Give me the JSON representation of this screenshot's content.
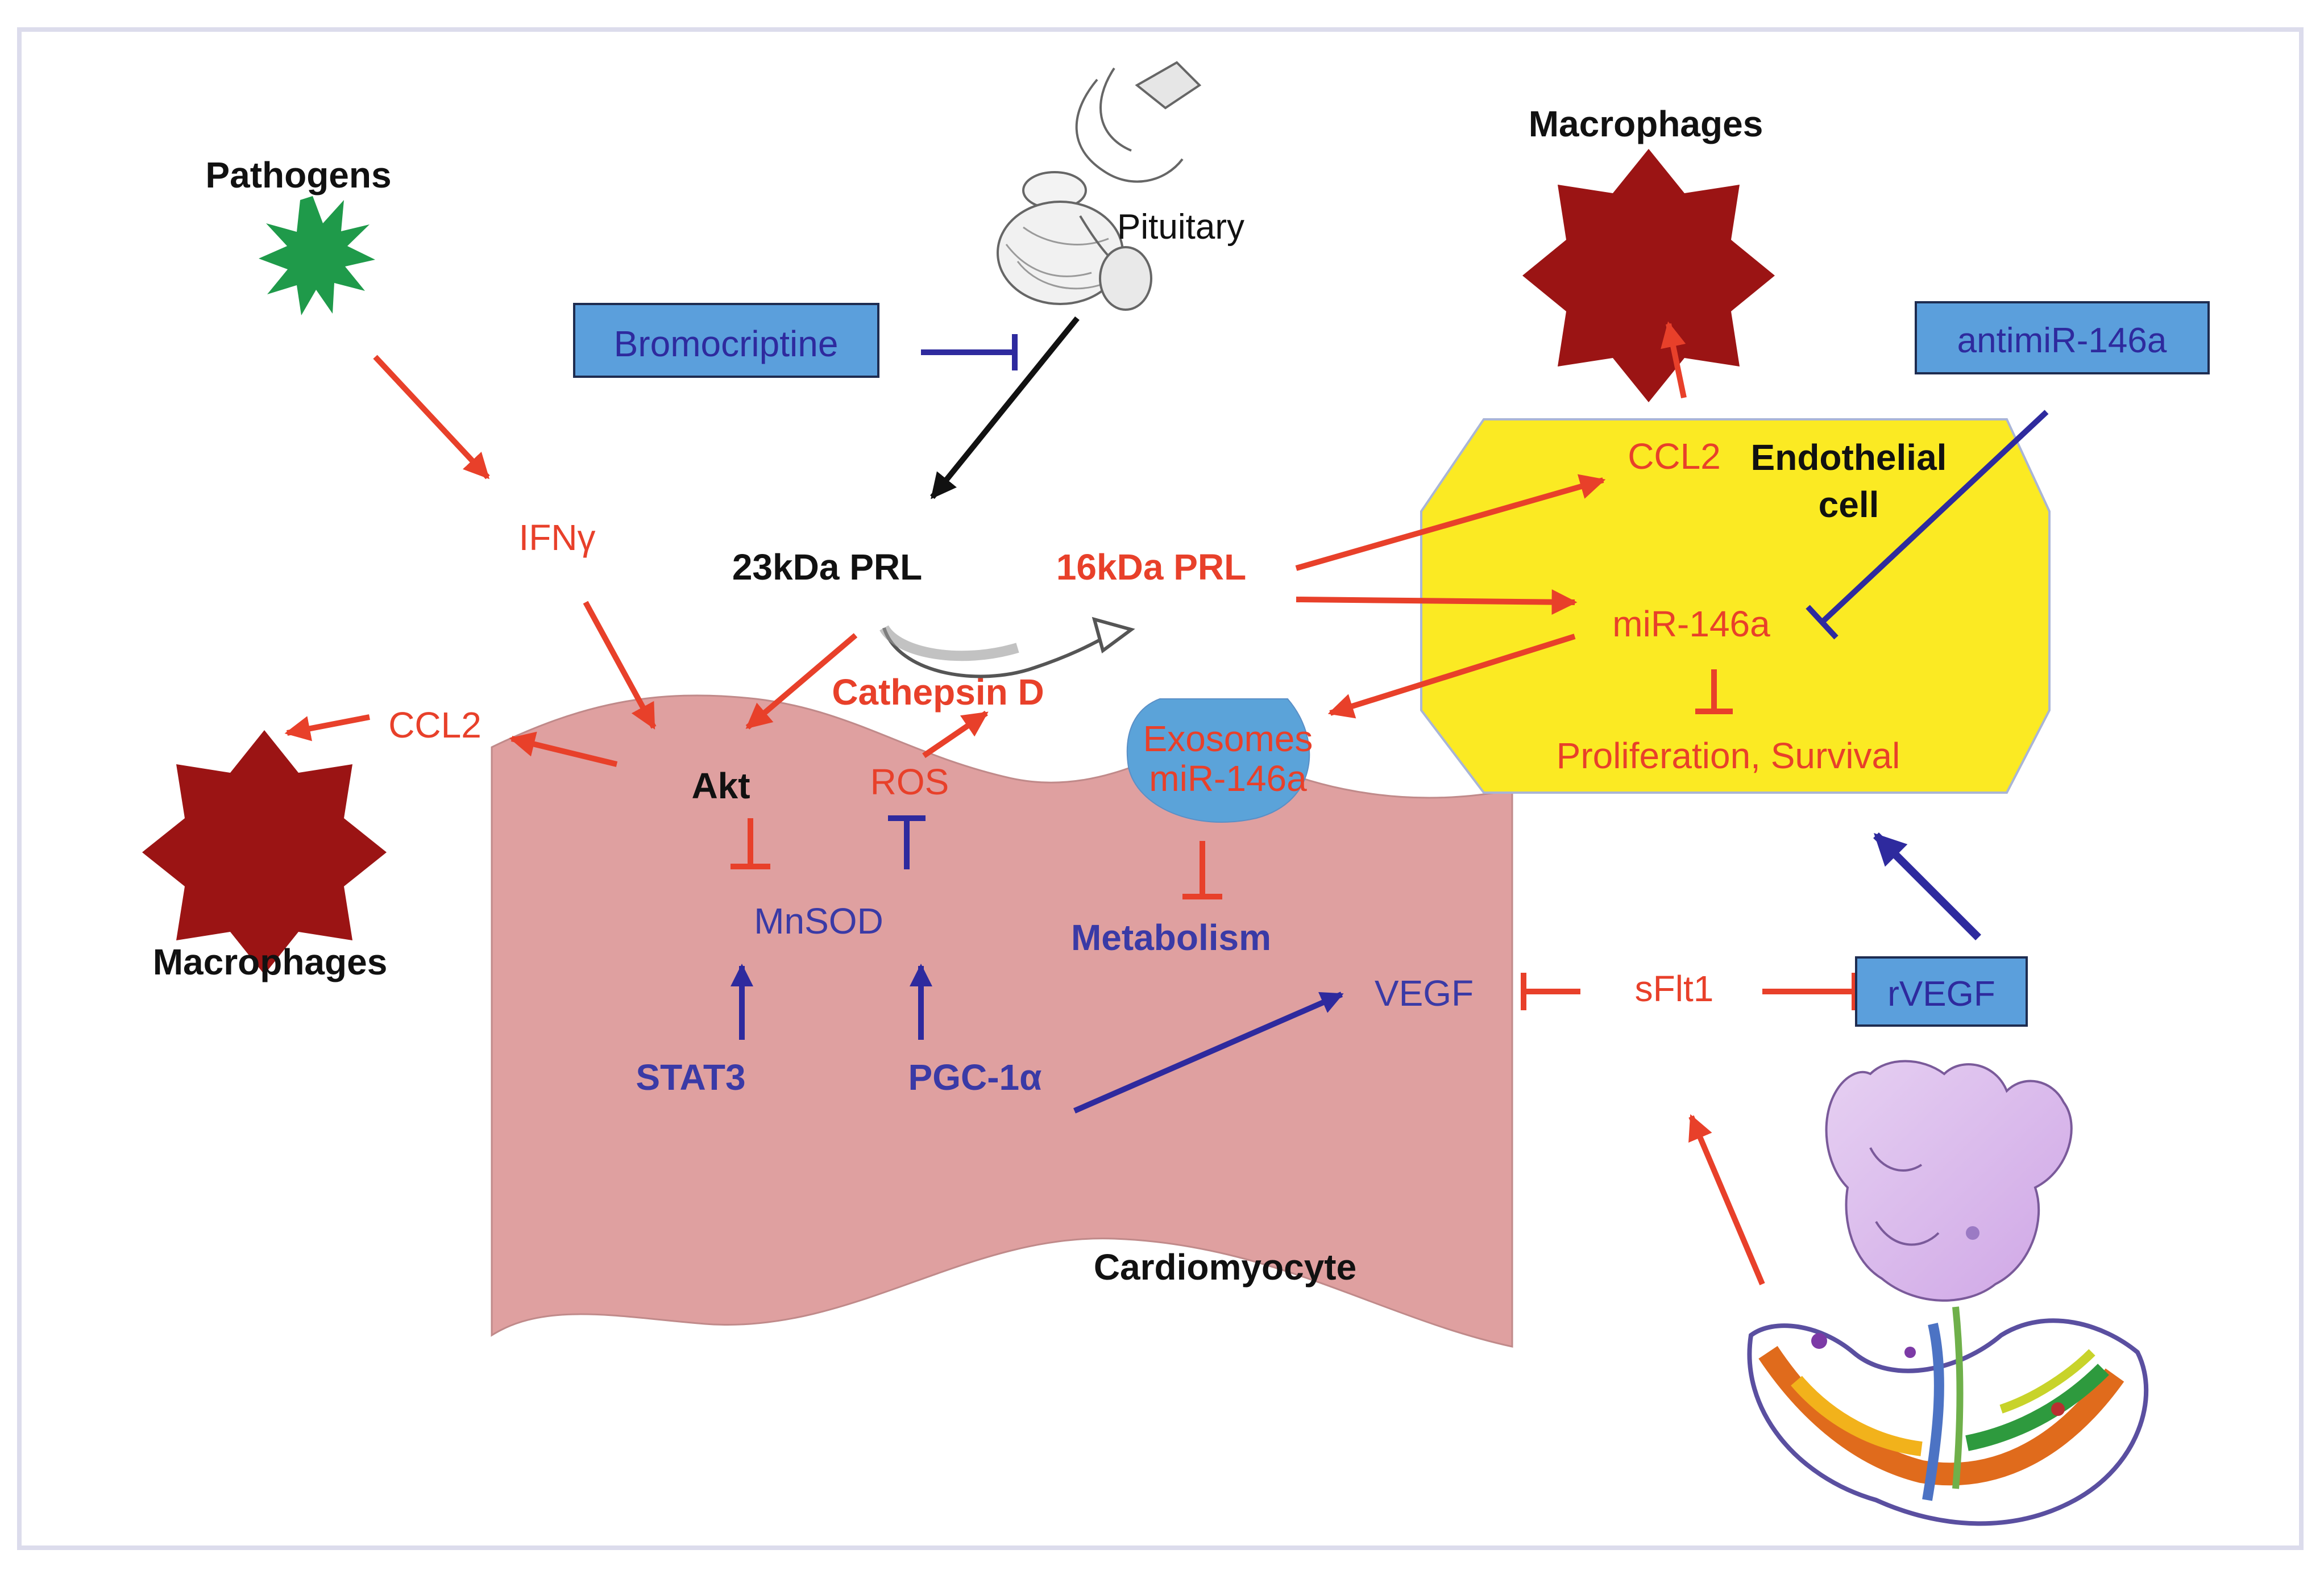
{
  "labels": {
    "pathogens": "Pathogens",
    "pituitary": "Pituitary",
    "bromocriptine": "Bromocriptine",
    "macrophages_top": "Macrophages",
    "antimir": "antimiR-146a",
    "ifng": "IFNγ",
    "prl23": "23kDa PRL",
    "prl16": "16kDa PRL",
    "ccl2_endo": "CCL2",
    "endothelial_line1": "Endothelial",
    "endothelial_line2": "cell",
    "mir146a": "miR-146a",
    "cathepsin": "Cathepsin D",
    "ccl2_left": "CCL2",
    "akt": "Akt",
    "ros": "ROS",
    "exosomes_line1": "Exosomes",
    "exosomes_line2": "miR-146a",
    "prolif": "Proliferation, Survival",
    "macrophages_left": "Macrophages",
    "mnsod": "MnSOD",
    "metabolism": "Metabolism",
    "vegf": "VEGF",
    "sflt1": "sFlt1",
    "rvegf": "rVEGF",
    "stat3": "STAT3",
    "pgc1a": "PGC-1α",
    "cardiomyocyte": "Cardiomyocyte"
  },
  "colors": {
    "activation": "#e8402a",
    "inhibition_blue": "#2e2a9e",
    "text_red": "#e8402a",
    "text_blue": "#3a3aa6",
    "cardiomyocyte_fill": "#dfa0a0",
    "endothelial_fill": "#fbea23",
    "drug_box_fill": "#5b9fdc",
    "macrophage_fill": "#9b1414",
    "pathogen_fill": "#1f9a4a",
    "exosome_fill": "#5ba3d9"
  }
}
